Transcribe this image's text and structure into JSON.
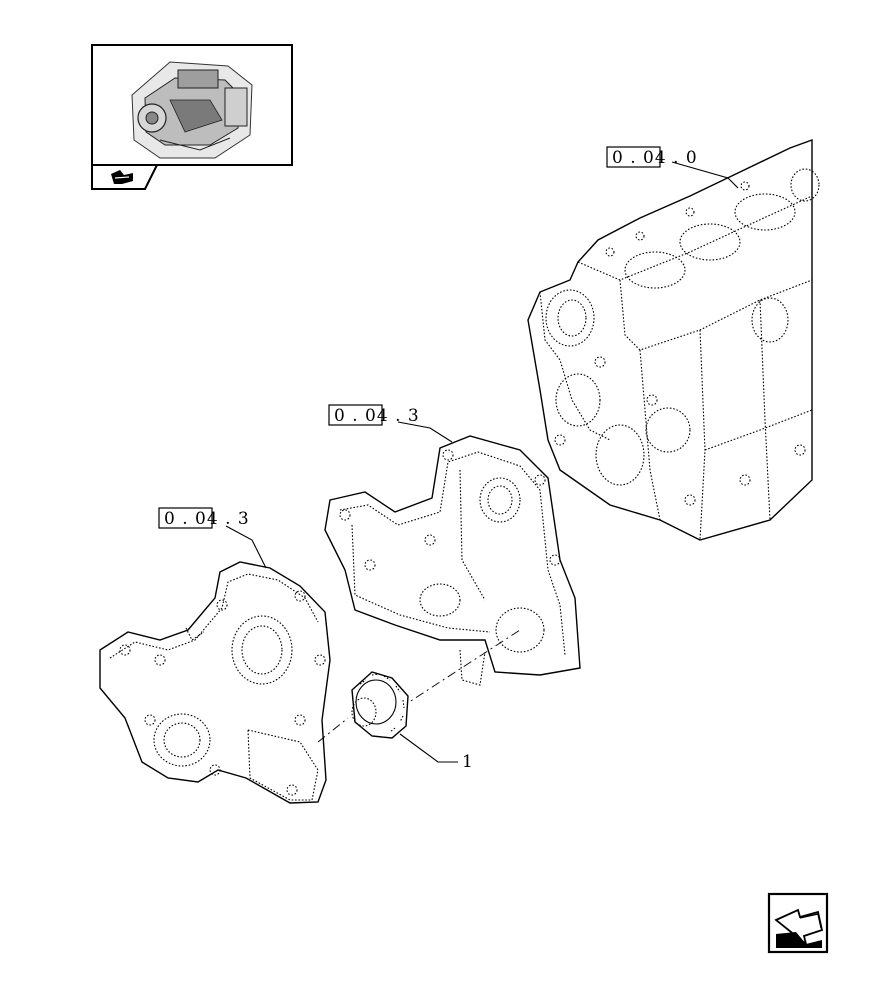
{
  "references": {
    "engine_block": "0 . 04 . 0",
    "rear_plate": "0 . 04 . 3",
    "front_cover": "0 . 04 . 3"
  },
  "callouts": {
    "gear": "1"
  },
  "icons": {
    "thumbnail_nav": "arrow-icon",
    "page_nav": "arrow-icon"
  }
}
